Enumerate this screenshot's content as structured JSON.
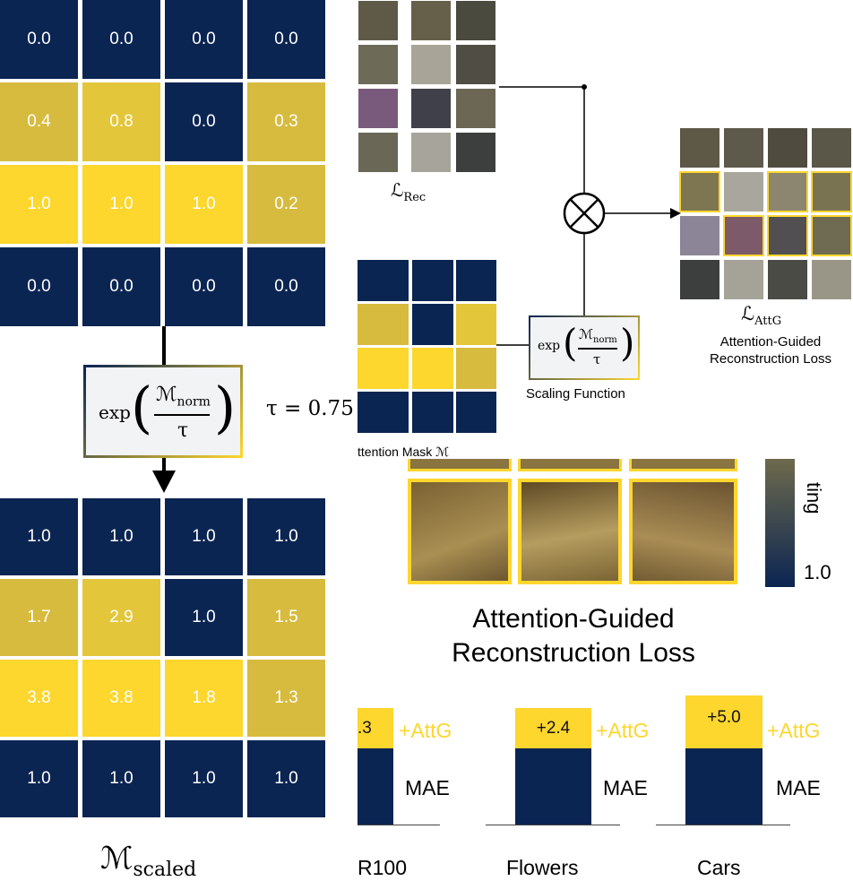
{
  "top_matrix": [
    [
      "0.0",
      "0.0",
      "0.0",
      "0.0"
    ],
    [
      "0.4",
      "0.8",
      "0.0",
      "0.3"
    ],
    [
      "1.0",
      "1.0",
      "1.0",
      "0.2"
    ],
    [
      "0.0",
      "0.0",
      "0.0",
      "0.0"
    ]
  ],
  "bottom_matrix": [
    [
      "1.0",
      "1.0",
      "1.0",
      "1.0"
    ],
    [
      "1.7",
      "2.9",
      "1.0",
      "1.5"
    ],
    [
      "3.8",
      "3.8",
      "1.8",
      "1.3"
    ],
    [
      "1.0",
      "1.0",
      "1.0",
      "1.0"
    ]
  ],
  "formula": {
    "prefix": "exp",
    "numerator": "ℳ",
    "numerator_sub": "norm",
    "denominator": "τ"
  },
  "tau_label": "τ = 0.75",
  "m_scaled": {
    "symbol": "ℳ",
    "sub": "scaled"
  },
  "l_rec": {
    "symbol": "ℒ",
    "sub": "Rec"
  },
  "l_attg": {
    "symbol": "ℒ",
    "sub": "AttG"
  },
  "attg_caption": [
    "Attention-Guided",
    "Reconstruction Loss"
  ],
  "scaling_function_label": "Scaling Function",
  "attention_mask_label": "ttention Mask ℳ",
  "colorbar": {
    "title_fragment": "ting",
    "value": "1.0"
  },
  "big_title": [
    "Attention-Guided",
    "Reconstruction Loss"
  ],
  "bars": [
    {
      "dataset": "R100",
      "delta": ".3",
      "attg_label": "+AttG",
      "mae_label": "MAE"
    },
    {
      "dataset": "Flowers",
      "delta": "+2.4",
      "attg_label": "+AttG",
      "mae_label": "MAE"
    },
    {
      "dataset": "Cars",
      "delta": "+5.0",
      "attg_label": "+AttG",
      "mae_label": "MAE"
    }
  ],
  "colors": {
    "navy": "#0b2552",
    "gold": "#fdd62e",
    "mid_gold": "#d7bb3e"
  }
}
